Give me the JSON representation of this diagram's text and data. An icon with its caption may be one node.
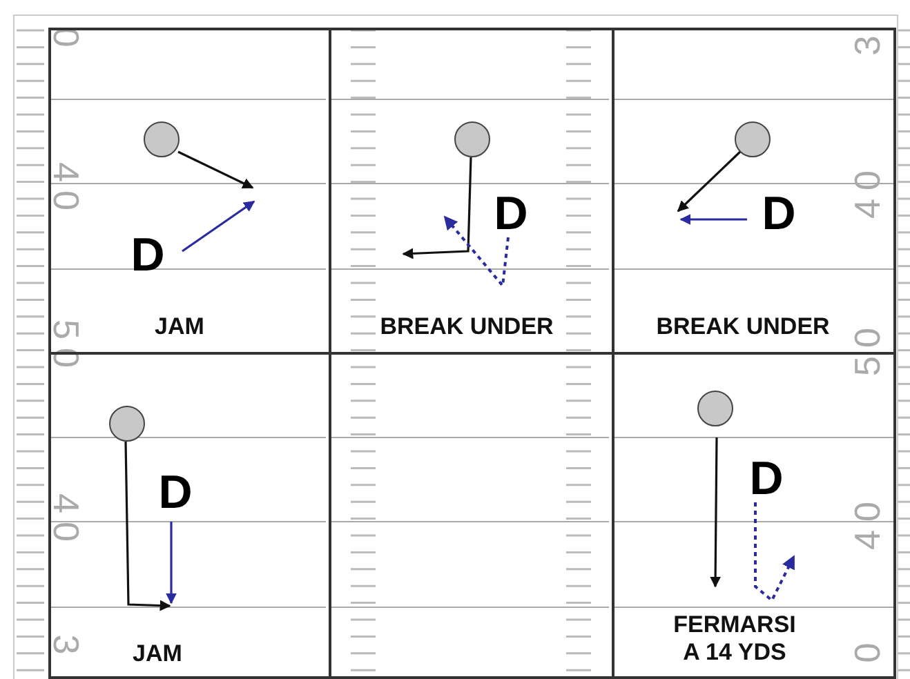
{
  "diagram": {
    "nodes": [
      {
        "text": [
          "JAM"
        ]
      },
      {
        "text": [],
        "shape": "circle",
        "in": 0
      },
      {
        "text": [
          "D"
        ],
        "in": 0
      },
      {
        "text": [
          "BREAK UNDER"
        ]
      },
      {
        "text": [],
        "shape": "circle",
        "in": 3
      },
      {
        "text": [
          "D"
        ],
        "in": 3
      },
      {
        "text": [
          "BREAK UNDER"
        ]
      },
      {
        "text": [],
        "shape": "circle",
        "in": 6
      },
      {
        "text": [
          "D"
        ],
        "in": 6
      },
      {
        "text": [
          "JAM"
        ]
      },
      {
        "text": [],
        "shape": "circle",
        "in": 9
      },
      {
        "text": [
          "D"
        ],
        "in": 9
      },
      {
        "text": [],
        "shape": "box"
      },
      {
        "text": [
          "FERMARSI A 14 YDS"
        ]
      },
      {
        "text": [],
        "shape": "circle",
        "in": 13
      },
      {
        "text": [
          "D"
        ],
        "in": 13
      }
    ],
    "edges": [
      {
        "from": 1,
        "to": null,
        "arrow": "to"
      },
      {
        "from": 2,
        "to": null,
        "arrow": "to",
        "color": "#2b2ba0"
      },
      {
        "from": 4,
        "to": null,
        "arrow": "to"
      },
      {
        "from": 5,
        "to": null,
        "arrow": "to",
        "style": "dashed",
        "color": "#2b2ba0"
      },
      {
        "from": 7,
        "to": null,
        "arrow": "to"
      },
      {
        "from": 8,
        "to": null,
        "arrow": "to",
        "color": "#2b2ba0"
      },
      {
        "from": 10,
        "to": null,
        "arrow": "to"
      },
      {
        "from": 11,
        "to": null,
        "arrow": "to",
        "color": "#2b2ba0"
      },
      {
        "from": 14,
        "to": null,
        "arrow": "to"
      },
      {
        "from": 15,
        "to": null,
        "arrow": "to",
        "style": "dashed",
        "color": "#2b2ba0"
      }
    ],
    "labels": [
      "0",
      "3",
      "40",
      "40",
      "50",
      "50",
      "40",
      "40",
      "3",
      "0"
    ]
  }
}
